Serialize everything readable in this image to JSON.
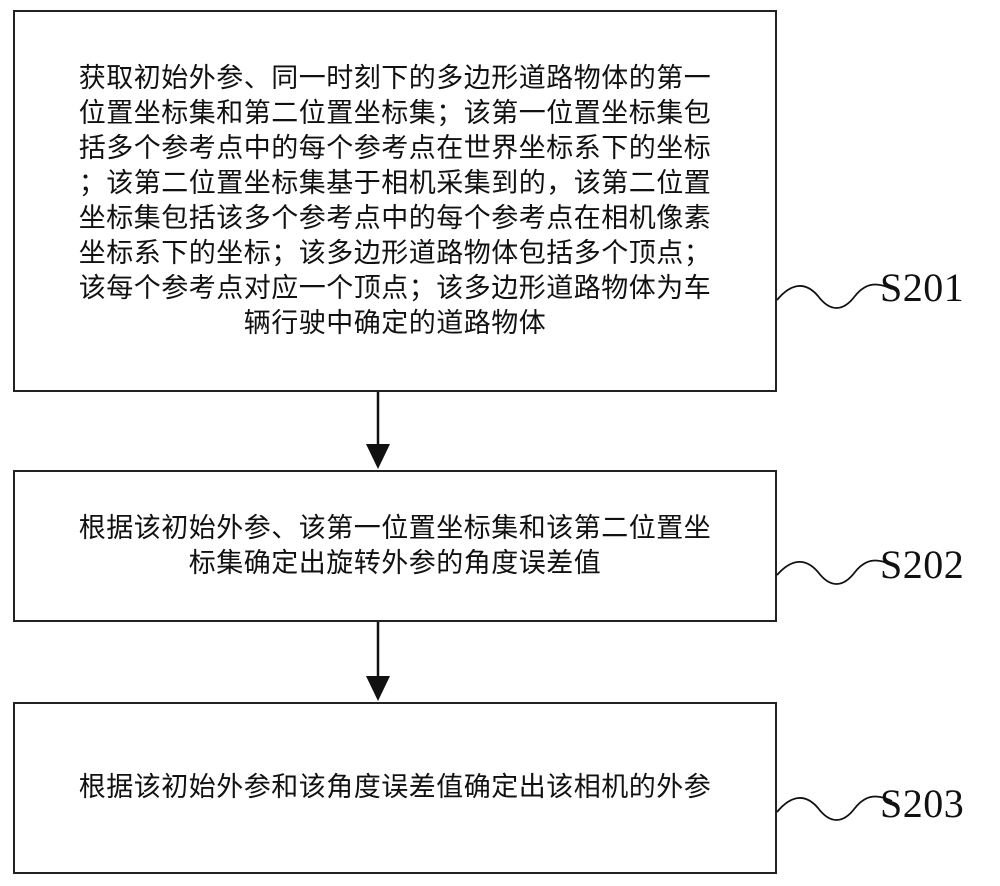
{
  "steps": [
    {
      "label": "S201",
      "lines": [
        "获取初始外参、同一时刻下的多边形道路物体的第一",
        "位置坐标集和第二位置坐标集；该第一位置坐标集包",
        "括多个参考点中的每个参考点在世界坐标系下的坐标",
        "；该第二位置坐标集基于相机采集到的，该第二位置",
        "坐标集包括该多个参考点中的每个参考点在相机像素",
        "坐标系下的坐标；该多边形道路物体包括多个顶点；",
        "该每个参考点对应一个顶点；该多边形道路物体为车",
        "辆行驶中确定的道路物体"
      ]
    },
    {
      "label": "S202",
      "lines": [
        "根据该初始外参、该第一位置坐标集和该第二位置坐",
        "标集确定出旋转外参的角度误差值"
      ]
    },
    {
      "label": "S203",
      "lines": [
        "根据该初始外参和该角度误差值确定出该相机的外参"
      ]
    }
  ],
  "colors": {
    "stroke": "#222222",
    "text": "#111111",
    "background": "#ffffff"
  }
}
